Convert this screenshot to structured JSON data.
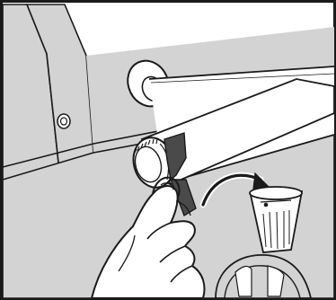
{
  "illustration": {
    "style": "black-and-white line drawing",
    "colors": {
      "background": "#ffffff",
      "panel_gray": "#d3d3d3",
      "line": "#1a1a1a",
      "tape": "#4a4a4a",
      "skin": "#ffffff"
    },
    "parts": [
      "printer-side-panel",
      "screw-hole",
      "spindle-roll",
      "spindle-flange",
      "spindle-end-cap",
      "adhesive-tape-strip",
      "hand",
      "curved-arrow",
      "waste-cup",
      "lower-knob"
    ]
  }
}
